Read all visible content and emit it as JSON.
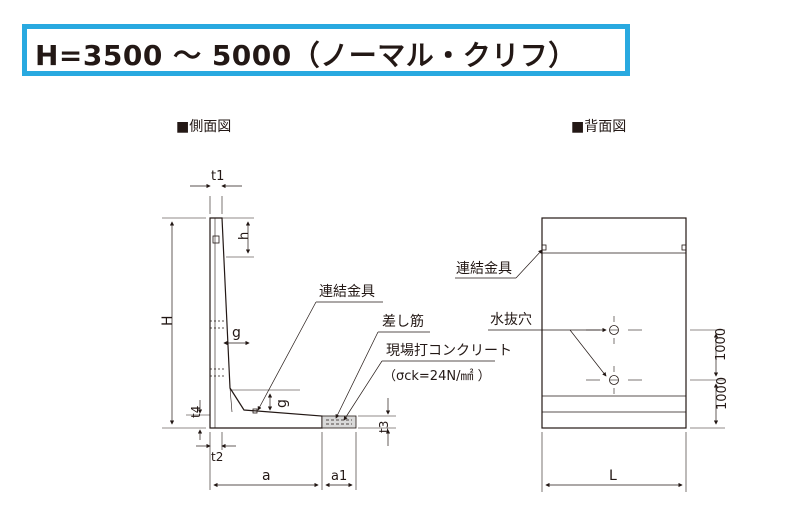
{
  "title": "H=3500 〜 5000（ノーマル・クリフ）",
  "side_view": {
    "heading": "■側面図",
    "t1_label": "t1",
    "h_label": "h",
    "H_label": "H",
    "g_label_upper": "g",
    "g_label_lower": "g",
    "t4_label": "t4",
    "t2_label": "t2",
    "a_label": "a",
    "a1_label": "a1",
    "t3_label": "t3",
    "connector_label": "連結金具",
    "rebar_label": "差し筋",
    "concrete_label": "現場打コンクリート",
    "concrete_spec": "（σck=24N/㎟ ）"
  },
  "back_view": {
    "heading": "■背面図",
    "connector_label": "連結金具",
    "drain_label": "水抜穴",
    "dim_upper": "1000",
    "dim_lower": "1000",
    "L_label": "L"
  }
}
